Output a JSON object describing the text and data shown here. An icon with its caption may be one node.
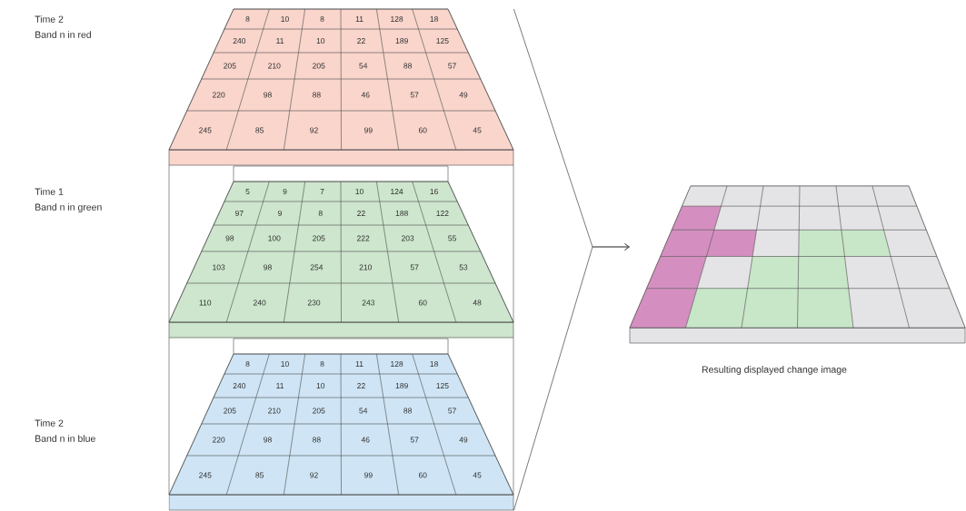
{
  "diagram": {
    "nodes": [
      {
        "text": [
          "8",
          "10",
          "8",
          "11",
          "128",
          "18",
          "240",
          "11",
          "10",
          "22",
          "189",
          "125",
          "205",
          "210",
          "205",
          "54",
          "88",
          "57",
          "220",
          "98",
          "88",
          "46",
          "57",
          "49",
          "245",
          "85",
          "92",
          "99",
          "60",
          "45"
        ],
        "beside": [
          "Time 2",
          "Band n in red"
        ]
      },
      {
        "text": [
          "5",
          "9",
          "7",
          "10",
          "124",
          "16",
          "97",
          "9",
          "8",
          "22",
          "188",
          "122",
          "98",
          "100",
          "205",
          "222",
          "203",
          "55",
          "103",
          "98",
          "254",
          "210",
          "57",
          "53",
          "110",
          "240",
          "230",
          "243",
          "60",
          "48"
        ],
        "beside": [
          "Time 1",
          "Band n in green"
        ]
      },
      {
        "text": [
          "8",
          "10",
          "8",
          "11",
          "128",
          "18",
          "240",
          "11",
          "10",
          "22",
          "189",
          "125",
          "205",
          "210",
          "205",
          "54",
          "88",
          "57",
          "220",
          "98",
          "88",
          "46",
          "57",
          "49",
          "245",
          "85",
          "92",
          "99",
          "60",
          "45"
        ],
        "beside": [
          "Time 2",
          "Band n in blue"
        ]
      },
      {
        "text": [],
        "shape": "grid",
        "beside": [
          "Resulting displayed change image"
        ]
      }
    ],
    "edges": [
      {
        "from": 0,
        "to": 3,
        "arrow": "to"
      },
      {
        "from": 2,
        "to": 3,
        "arrow": "to"
      }
    ]
  }
}
